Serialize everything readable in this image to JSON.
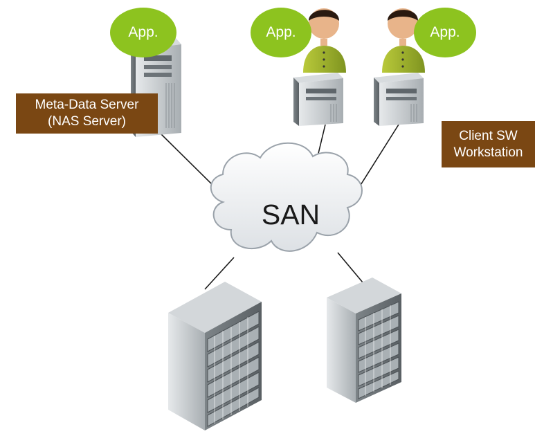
{
  "diagram": {
    "network": {
      "label": "SAN"
    },
    "metadata_server": {
      "line1": "Meta-Data Server",
      "line2": "(NAS Server)"
    },
    "client_workstation": {
      "line1": "Client SW",
      "line2": "Workstation"
    },
    "apps": [
      {
        "label": "App."
      },
      {
        "label": "App."
      },
      {
        "label": "App."
      }
    ],
    "colors": {
      "app_bubble": "#8dc31f",
      "label_box": "#7a4713",
      "cloud_fill": "#eef0f2",
      "cloud_stroke": "#9aa2aa",
      "server_body": "#c4c9cc",
      "link_line": "#1a1a1a"
    }
  }
}
